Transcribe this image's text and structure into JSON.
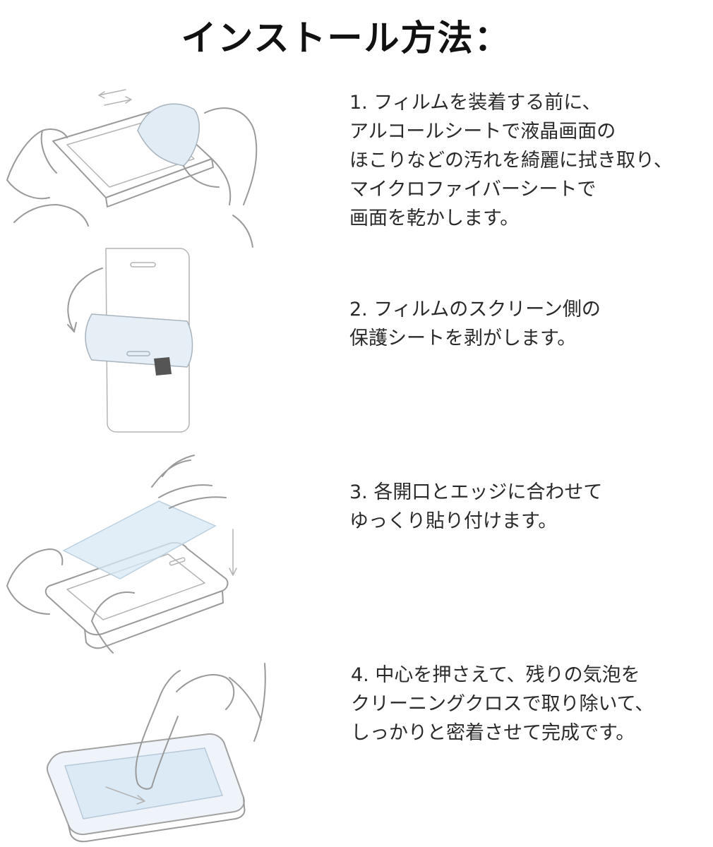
{
  "title": "インストール方法：",
  "steps": [
    {
      "lines": [
        "1. フィルムを装着する前に、",
        "アルコールシートで液晶画面の",
        "ほこりなどの汚れを綺麗に拭き取り、",
        "マイクロファイバーシートで",
        "画面を乾かします。"
      ],
      "illustration": "wipe-screen-illustration"
    },
    {
      "lines": [
        "2. フィルムのスクリーン側の",
        "保護シートを剥がします。"
      ],
      "illustration": "peel-film-illustration"
    },
    {
      "lines": [
        "3. 各開口とエッジに合わせて",
        "ゆっくり貼り付けます。"
      ],
      "illustration": "apply-film-illustration"
    },
    {
      "lines": [
        "4. 中心を押さえて、残りの気泡を",
        "クリーニングクロスで取り除いて、",
        "しっかりと密着させて完成です。"
      ],
      "illustration": "press-bubbles-illustration"
    }
  ]
}
